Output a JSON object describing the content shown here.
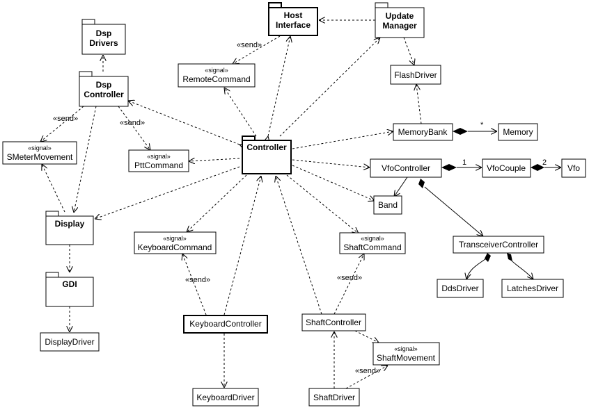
{
  "stereotype_signal": "«signal»",
  "stereotype_send": "«send»",
  "packages": {
    "dsp_drivers": [
      "Dsp",
      "Drivers"
    ],
    "dsp_controller": [
      "Dsp",
      "Controller"
    ],
    "host_interface": [
      "Host",
      "Interface"
    ],
    "update_manager": [
      "Update",
      "Manager"
    ],
    "controller": [
      "Controller"
    ],
    "display": [
      "Display"
    ],
    "gdi": [
      "GDI"
    ]
  },
  "classes": {
    "remote_command": "RemoteCommand",
    "smeter_movement": "SMeterMovement",
    "ptt_command": "PttCommand",
    "flash_driver": "FlashDriver",
    "memory_bank": "MemoryBank",
    "memory": "Memory",
    "vfo_controller": "VfoController",
    "vfo_couple": "VfoCouple",
    "vfo": "Vfo",
    "band": "Band",
    "keyboard_command": "KeyboardCommand",
    "shaft_command": "ShaftCommand",
    "transceiver_controller": "TransceiverController",
    "dds_driver": "DdsDriver",
    "latches_driver": "LatchesDriver",
    "display_driver": "DisplayDriver",
    "keyboard_controller": "KeyboardController",
    "shaft_controller": "ShaftController",
    "shaft_movement": "ShaftMovement",
    "keyboard_driver": "KeyboardDriver",
    "shaft_driver": "ShaftDriver"
  },
  "multiplicities": {
    "memorybank_memory": "*",
    "vfocontroller_vfocouple": "1",
    "vfocouple_vfo": "2"
  }
}
